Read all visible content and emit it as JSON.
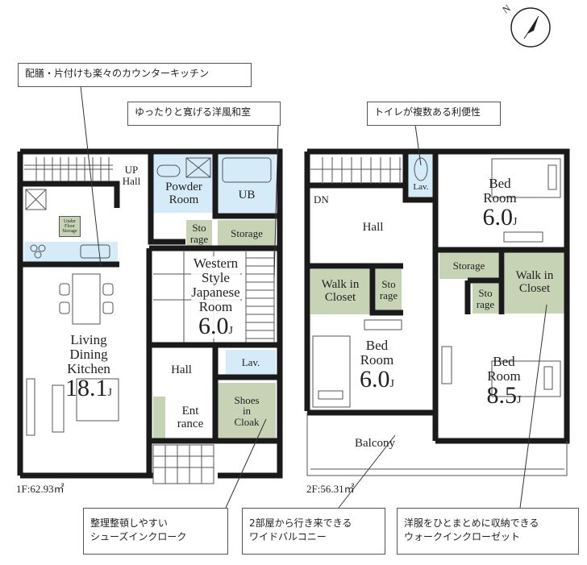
{
  "compass": {
    "label": "N"
  },
  "callouts": {
    "kitchen": "配膳・片付けも楽々のカウンターキッチン",
    "japanese_room": "ゆったりと寛げる洋風和室",
    "toilets": "トイレが複数ある利便性",
    "shoes_cloak": "整理整頓しやすい\nシューズインクローク",
    "balcony": "2部屋から行き来できる\nワイドバルコニー",
    "walk_in_closet": "洋服をひとまとめに収納できる\nウォークインクローゼット"
  },
  "floor1": {
    "area": "1F:62.93㎡",
    "rooms": {
      "up_hall": "UP\nHall",
      "powder_room": "Powder\nRoom",
      "ub": "UB",
      "storage_small": "Sto\nrage",
      "storage": "Storage",
      "japanese_room": "Western\nStyle\nJapanese\nRoom",
      "japanese_room_size": "6.0",
      "under_floor": "Under\nFloor\nStorage",
      "ldk": "Living\nDining\nKitchen",
      "ldk_size": "18.1",
      "hall": "Hall",
      "lav": "Lav.",
      "entrance": "Ent\nrance",
      "shoes_cloak": "Shoes\nin\nCloak",
      "unit": "J"
    }
  },
  "floor2": {
    "area": "2F:56.31㎡",
    "rooms": {
      "dn": "DN",
      "lav": "Lav.",
      "hall": "Hall",
      "bed1": "Bed\nRoom",
      "bed1_size": "6.0",
      "storage": "Storage",
      "wic_right": "Walk in\nCloset",
      "storage_small_right": "Sto\nrage",
      "wic_left": "Walk in\nCloset",
      "storage_small_left": "Sto\nrage",
      "bed2": "Bed\nRoom",
      "bed2_size": "6.0",
      "bed3": "Bed\nRoom",
      "bed3_size": "8.5",
      "balcony": "Balcony",
      "unit": "J"
    }
  }
}
